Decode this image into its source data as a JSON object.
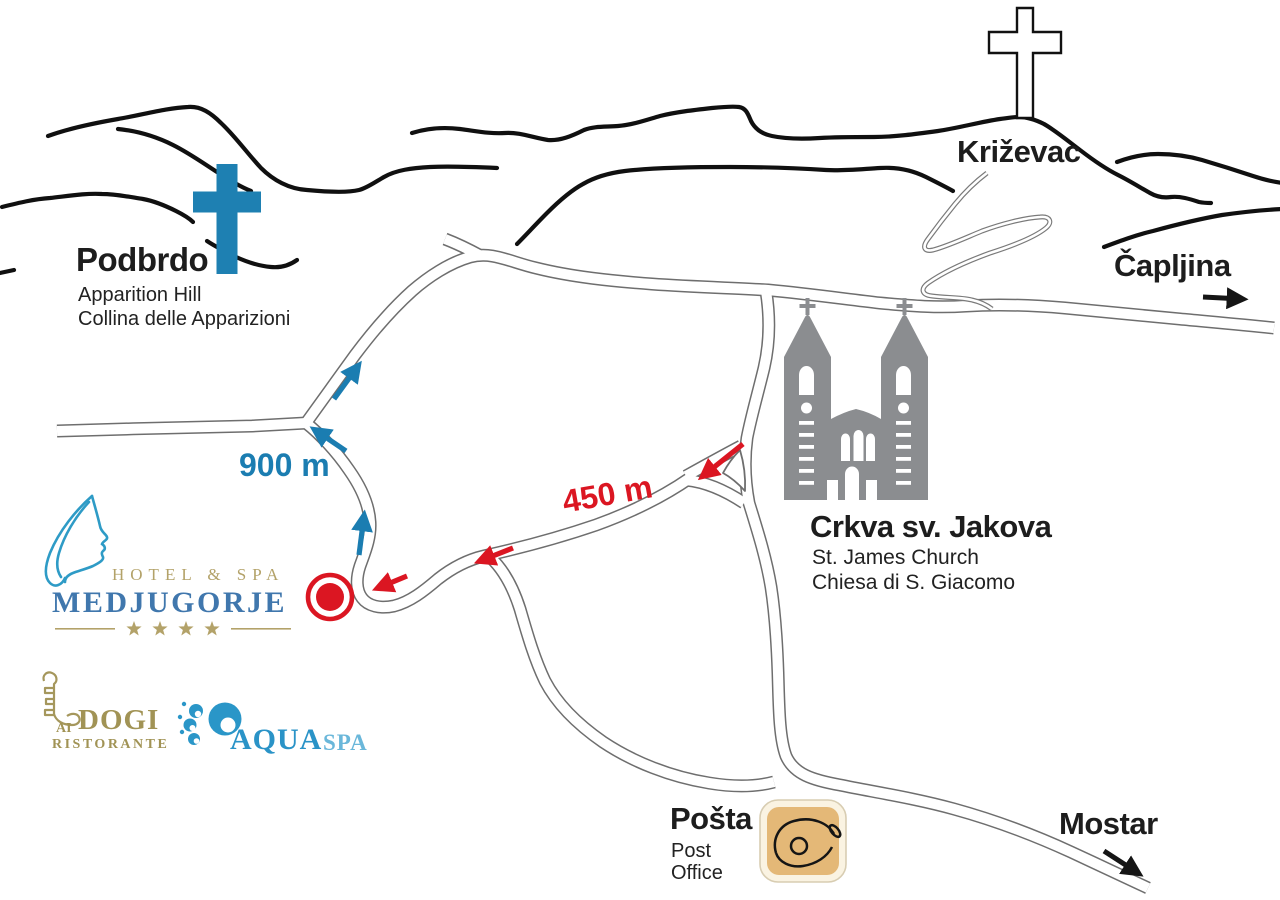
{
  "map_title": "Medjugorje hotel location map",
  "landmarks": {
    "podbrdo": {
      "name": "Podbrdo",
      "subtitle1": "Apparition Hill",
      "subtitle2": "Collina delle Apparizioni"
    },
    "krizevac": {
      "name": "Križevac"
    },
    "capljina": {
      "name": "Čapljina"
    },
    "church": {
      "name": "Crkva sv. Jakova",
      "subtitle1": "St. James Church",
      "subtitle2": "Chiesa di S. Giacomo"
    },
    "posta": {
      "name": "Pošta",
      "subtitle1": "Post",
      "subtitle2": "Office"
    },
    "mostar": {
      "name": "Mostar"
    }
  },
  "hotel": {
    "tagline": "HOTEL & SPA",
    "name": "MEDJUGORJE",
    "stars": 4
  },
  "restaurant": {
    "prefix": "AI",
    "name": "DOGI",
    "subtitle": "RISTORANTE"
  },
  "spa": {
    "name": "AQUA",
    "type": "SPA"
  },
  "routes": {
    "to_podbrdo": {
      "distance": "900 m",
      "color": "#1b7db1"
    },
    "to_church": {
      "distance": "450 m",
      "color": "#db1622"
    }
  },
  "colors": {
    "background": "#ffffff",
    "ridge_black": "#101010",
    "road_gray": "#6e6e6e",
    "route_blue": "#1b7db1",
    "route_red": "#db1622",
    "marker_red": "#db1622",
    "podbrdo_cross_blue": "#1e80b2",
    "church_gray": "#8b8d90",
    "hotel_gold": "#b3a269",
    "hotel_blue": "#4077ad",
    "posta_tan": "#e4b877"
  }
}
